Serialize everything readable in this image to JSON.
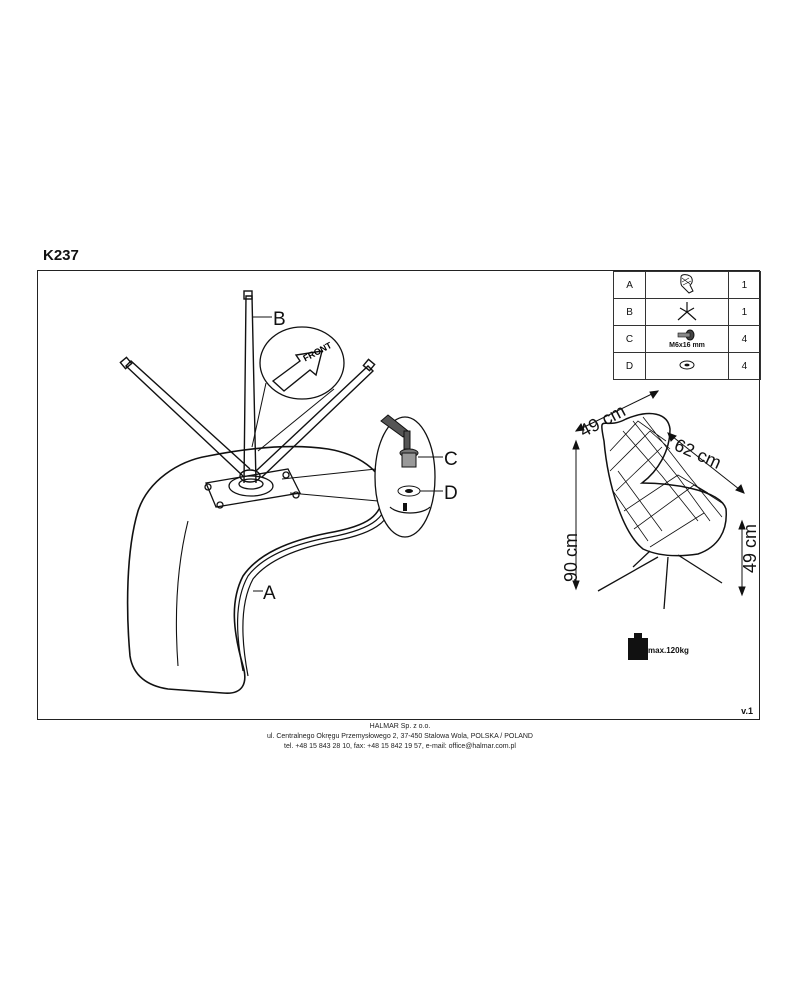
{
  "model": "K237",
  "version": "v.1",
  "parts": [
    {
      "code": "A",
      "icon": "chair-seat-icon",
      "qty": "1"
    },
    {
      "code": "B",
      "icon": "star-base-icon",
      "qty": "1"
    },
    {
      "code": "C",
      "icon": "screw-icon",
      "label": "M6x16 mm",
      "qty": "4"
    },
    {
      "code": "D",
      "icon": "washer-icon",
      "qty": "4"
    }
  ],
  "callouts": {
    "a": "A",
    "b": "B",
    "c": "C",
    "d": "D",
    "front": "FRONT"
  },
  "dimensions": {
    "depth": "49 cm",
    "width": "62 cm",
    "height": "90 cm",
    "seat_height": "49 cm"
  },
  "max_load": "max.120kg",
  "footer": {
    "company": "HALMAR Sp. z o.o.",
    "address": "ul. Centralnego Okręgu Przemysłowego 2, 37-450 Stalowa Wola, POLSKA / POLAND",
    "contact": "tel. +48 15 843 28 10, fax: +48 15 842 19 57, e-mail: office@halmar.com.pl"
  }
}
